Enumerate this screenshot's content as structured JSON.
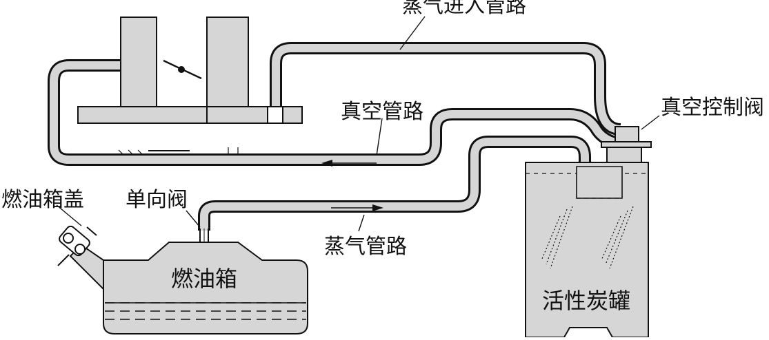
{
  "labels": {
    "vapor_inlet_pipe": "蒸气进入管路",
    "vacuum_pipe": "真空管路",
    "vacuum_control_valve": "真空控制阀",
    "fuel_cap": "燃油箱盖",
    "check_valve": "单向阀",
    "vapor_pipe": "蒸气管路",
    "fuel_tank": "燃油箱",
    "carbon_canister": "活性炭罐"
  },
  "colors": {
    "stroke": "#111111",
    "pipe_fill": "#d6d6d6",
    "body_fill": "#d6d6d6",
    "background": "#ffffff"
  }
}
